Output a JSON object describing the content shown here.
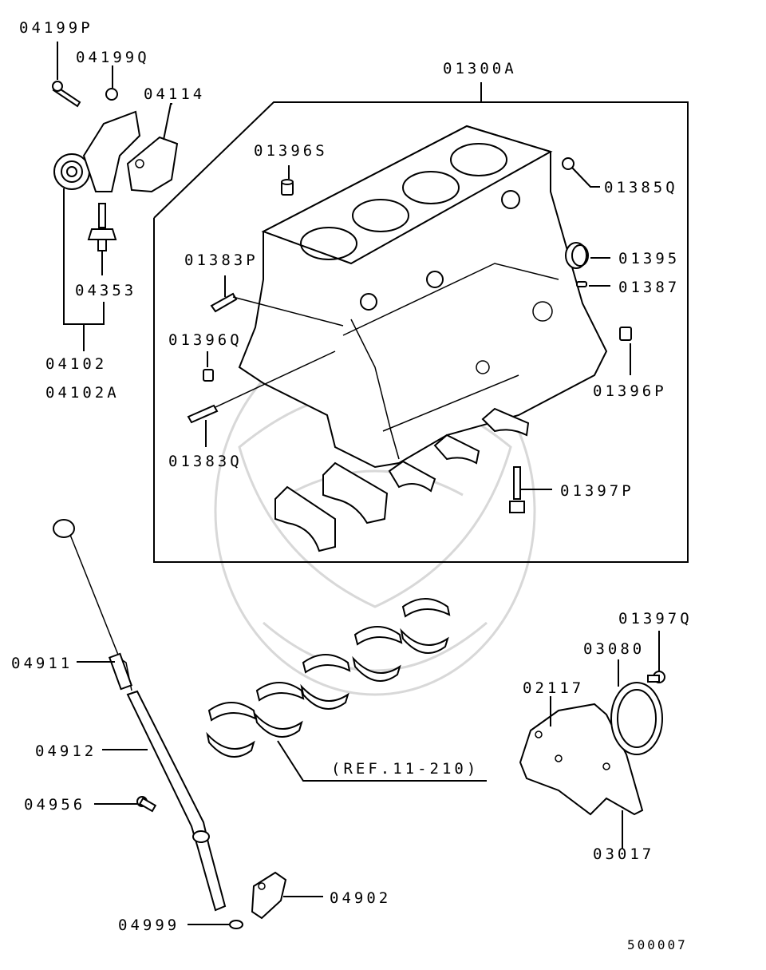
{
  "diagram": {
    "footer_code": "500007",
    "parts": {
      "p04199P": "04199P",
      "p04199Q": "04199Q",
      "p04114": "04114",
      "p04353": "04353",
      "p04102": "04102",
      "p04102A": "04102A",
      "p01300A": "01300A",
      "p01396S": "01396S",
      "p01385Q": "01385Q",
      "p01383P": "01383P",
      "p01395": "01395",
      "p01387": "01387",
      "p01396Q": "01396Q",
      "p01396P": "01396P",
      "p01383Q": "01383Q",
      "p01397P": "01397P",
      "p04911": "04911",
      "p04912": "04912",
      "p04956": "04956",
      "p04999": "04999",
      "p04902": "04902",
      "p01397Q": "01397Q",
      "p03080": "03080",
      "p02117": "02117",
      "p03017": "03017",
      "ref": "(REF.11-210)"
    }
  }
}
